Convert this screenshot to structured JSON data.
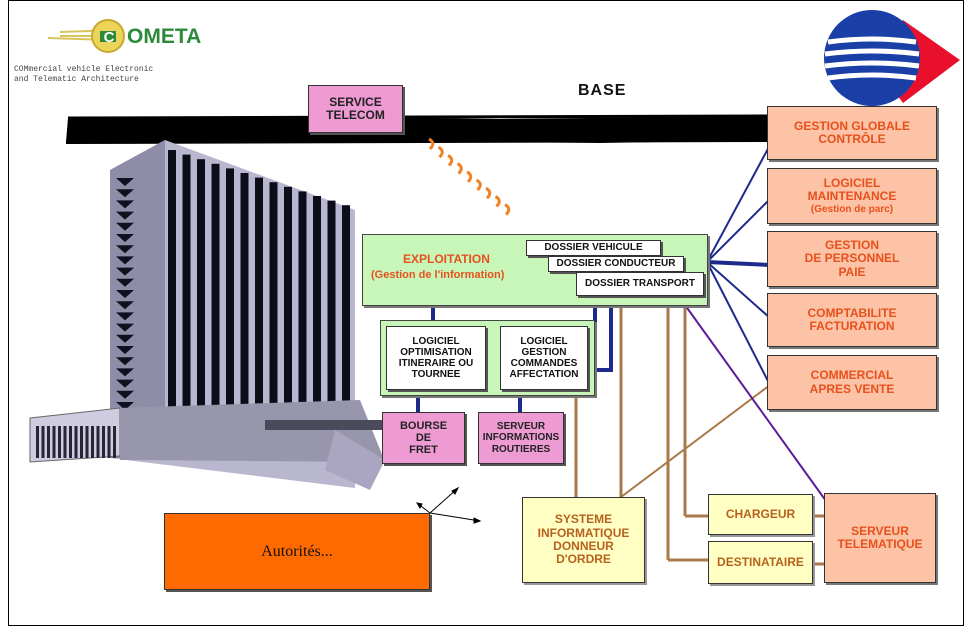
{
  "logo": {
    "brand": "OMETA",
    "letter": "C",
    "tagline_1": "COMmercial vehicle Electronic",
    "tagline_2": "and Telematic Architecture"
  },
  "base_label": "BASE",
  "service_telecom": [
    "SERVICE",
    "TELECOM"
  ],
  "exploitation": {
    "title": "EXPLOITATION",
    "subtitle": "(Gestion de l'information)",
    "dossier_vehicule": "DOSSIER VEHICULE",
    "dossier_conducteur": "DOSSIER CONDUCTEUR",
    "dossier_transport": "DOSSIER TRANSPORT"
  },
  "logiciel_optimisation": [
    "LOGICIEL",
    "OPTIMISATION",
    "ITINERAIRE OU",
    "TOURNEE"
  ],
  "logiciel_gestion": [
    "LOGICIEL",
    "GESTION",
    "COMMANDES",
    "AFFECTATION"
  ],
  "bourse_fret": [
    "BOURSE",
    "DE",
    "FRET"
  ],
  "serveur_infos": [
    "SERVEUR",
    "INFORMATIONS",
    "ROUTIERES"
  ],
  "right_column": {
    "gestion_globale": [
      "GESTION GLOBALE",
      "CONTRÔLE"
    ],
    "logiciel_maintenance": [
      "LOGICIEL",
      "MAINTENANCE",
      "(Gestion de parc)"
    ],
    "gestion_personnel": [
      "GESTION",
      "DE PERSONNEL",
      "PAIE"
    ],
    "comptabilite": [
      "COMPTABILITE",
      "FACTURATION"
    ],
    "commercial": [
      "COMMERCIAL",
      "APRES VENTE"
    ]
  },
  "systeme_informatique": [
    "SYSTEME",
    "INFORMATIQUE",
    "DONNEUR",
    "D'ORDRE"
  ],
  "chargeur": "CHARGEUR",
  "destinataire": "DESTINATAIRE",
  "serveur_telematique": [
    "SERVEUR",
    "TELEMATIQUE"
  ],
  "autorites": "Autorités...",
  "colors": {
    "navy": "#1c2a8c",
    "brown": "#a97949",
    "purple": "#5a1c9c",
    "salmon_fill": "#fcc3a6",
    "salmon_text": "#e8501c",
    "pink_fill": "#ee9ad3",
    "green_fill": "#c8f5b8",
    "yellow_fill": "#ffffc4",
    "orange_fill": "#ff6a00",
    "wave_orange": "#f08020",
    "red_logo": "#e8102a",
    "blue_logo": "#1a40a8"
  }
}
